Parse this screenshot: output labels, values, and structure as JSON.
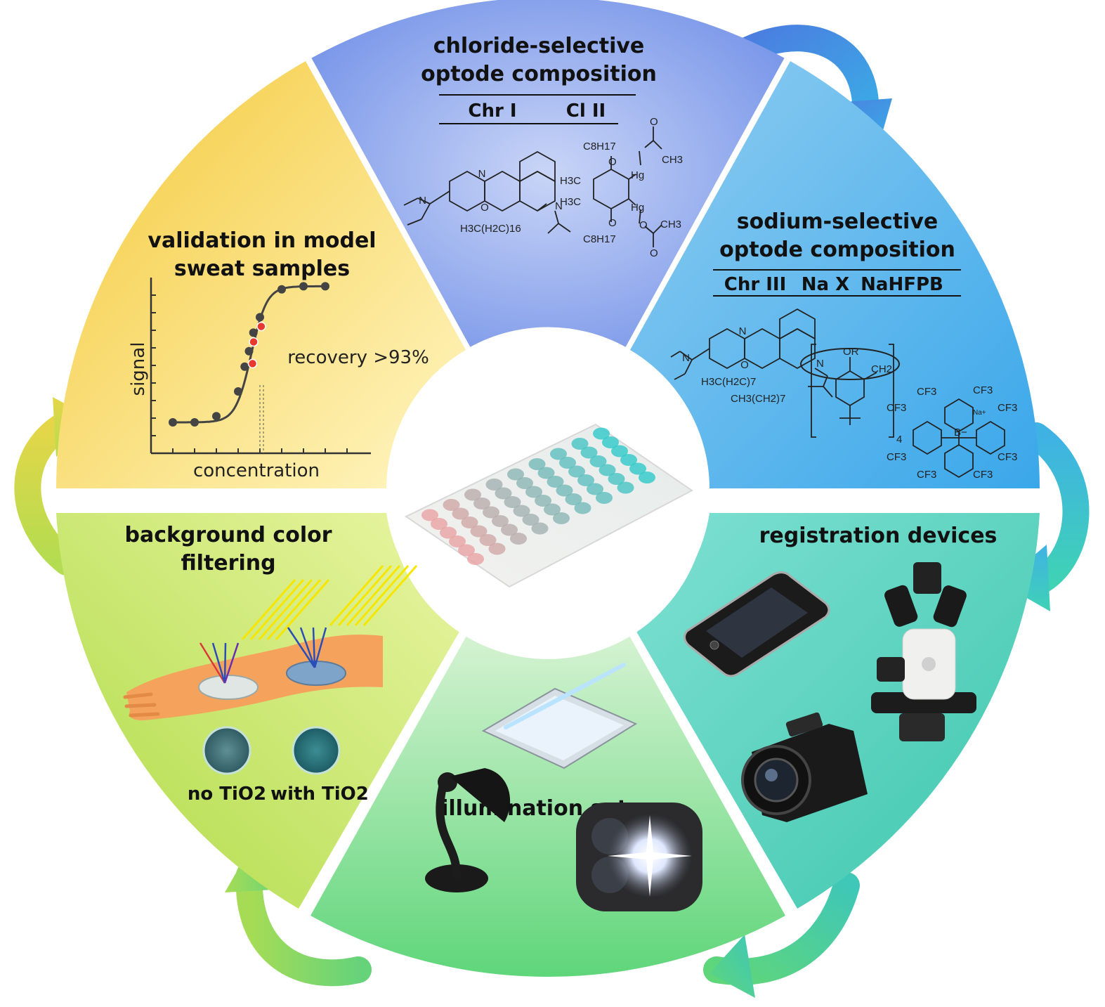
{
  "segments": {
    "chloride": {
      "title_line1": "chloride-selective",
      "title_line2": "optode composition",
      "components": [
        "Chr I",
        "Cl II"
      ],
      "chem_labels": [
        "N",
        "N",
        "O",
        "N",
        "H3C(H2C)16",
        "C8H17",
        "O",
        "O",
        "CH3",
        "H3C",
        "Hg",
        "H3C",
        "Hg",
        "O",
        "O",
        "CH3",
        "C8H17",
        "O"
      ]
    },
    "sodium": {
      "title_line1": "sodium-selective",
      "title_line2": "optode composition",
      "components": [
        "Chr III",
        "Na X",
        "NaHFPB"
      ],
      "chem_labels": [
        "N",
        "N",
        "O",
        "N",
        "H3C(H2C)7",
        "CH3(CH2)7",
        "OR",
        "CH2",
        "4",
        "CF3",
        "CF3",
        "CF3",
        "Na+",
        "CF3",
        "B−",
        "CF3",
        "CF3",
        "CF3",
        "CF3"
      ]
    },
    "registration": {
      "title": "registration devices"
    },
    "illumination": {
      "title": "illumination setup"
    },
    "filtering": {
      "title_line1": "background color",
      "title_line2": "filtering",
      "label_no": "no TiO2",
      "label_with": "with TiO2"
    },
    "validation": {
      "title_line1": "validation in model",
      "title_line2": "sweat samples",
      "annotation": "recovery >93%"
    }
  },
  "chart_data": {
    "type": "scatter",
    "xlabel": "concentration",
    "ylabel": "signal",
    "series": [
      {
        "points": [
          [
            1,
            1.0
          ],
          [
            2,
            1.0
          ],
          [
            3,
            1.2
          ],
          [
            4,
            2.0
          ],
          [
            4.3,
            2.8
          ],
          [
            4.5,
            3.3
          ],
          [
            4.7,
            3.9
          ],
          [
            5,
            4.4
          ],
          [
            6,
            5.3
          ],
          [
            7,
            5.4
          ],
          [
            8,
            5.4
          ]
        ]
      },
      {
        "points": [
          [
            4.5,
            2.9
          ],
          [
            4.55,
            3.6
          ],
          [
            4.9,
            4.1
          ]
        ]
      }
    ],
    "colors": {
      "calibration": "#444444",
      "sweat": "#e8392f"
    }
  }
}
